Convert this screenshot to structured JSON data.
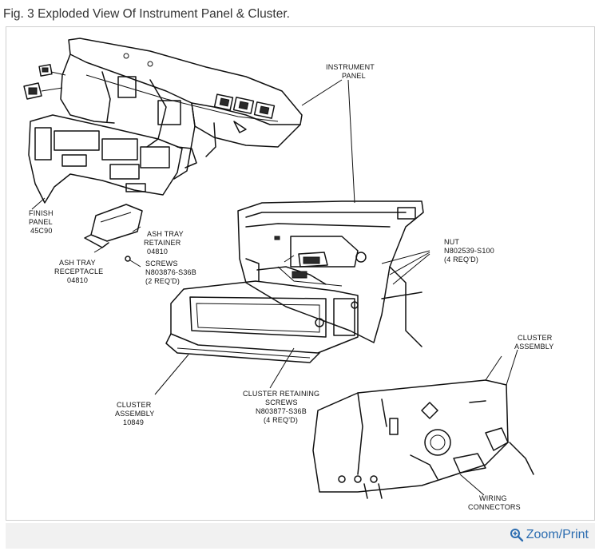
{
  "caption": "Fig. 3 Exploded View Of Instrument Panel & Cluster.",
  "labels": {
    "instrument_panel": [
      "INSTRUMENT",
      "PANEL"
    ],
    "finish_panel": [
      "FINISH",
      "PANEL",
      "45C90"
    ],
    "ash_tray_retainer": [
      "ASH TRAY",
      "RETAINER",
      "04810"
    ],
    "ash_tray_receptacle": [
      "ASH TRAY",
      "RECEPTACLE",
      "04810"
    ],
    "screws": [
      "SCREWS",
      "N803876-S36B",
      "(2 REQ'D)"
    ],
    "nut": [
      "NUT",
      "N802539-S100",
      "(4 REQ'D)"
    ],
    "cluster_assembly_right": [
      "CLUSTER",
      "ASSEMBLY"
    ],
    "cluster_assembly_left": [
      "CLUSTER",
      "ASSEMBLY",
      "10849"
    ],
    "cluster_retaining_screws": [
      "CLUSTER RETAINING",
      "SCREWS",
      "N803877-S36B",
      "(4 REQ'D)"
    ],
    "wiring_connectors": [
      "WIRING",
      "CONNECTORS"
    ]
  },
  "footer": {
    "zoom_label": "Zoom/Print",
    "zoom_icon": "magnifier-plus-icon",
    "link_color": "#2b6cb0"
  }
}
